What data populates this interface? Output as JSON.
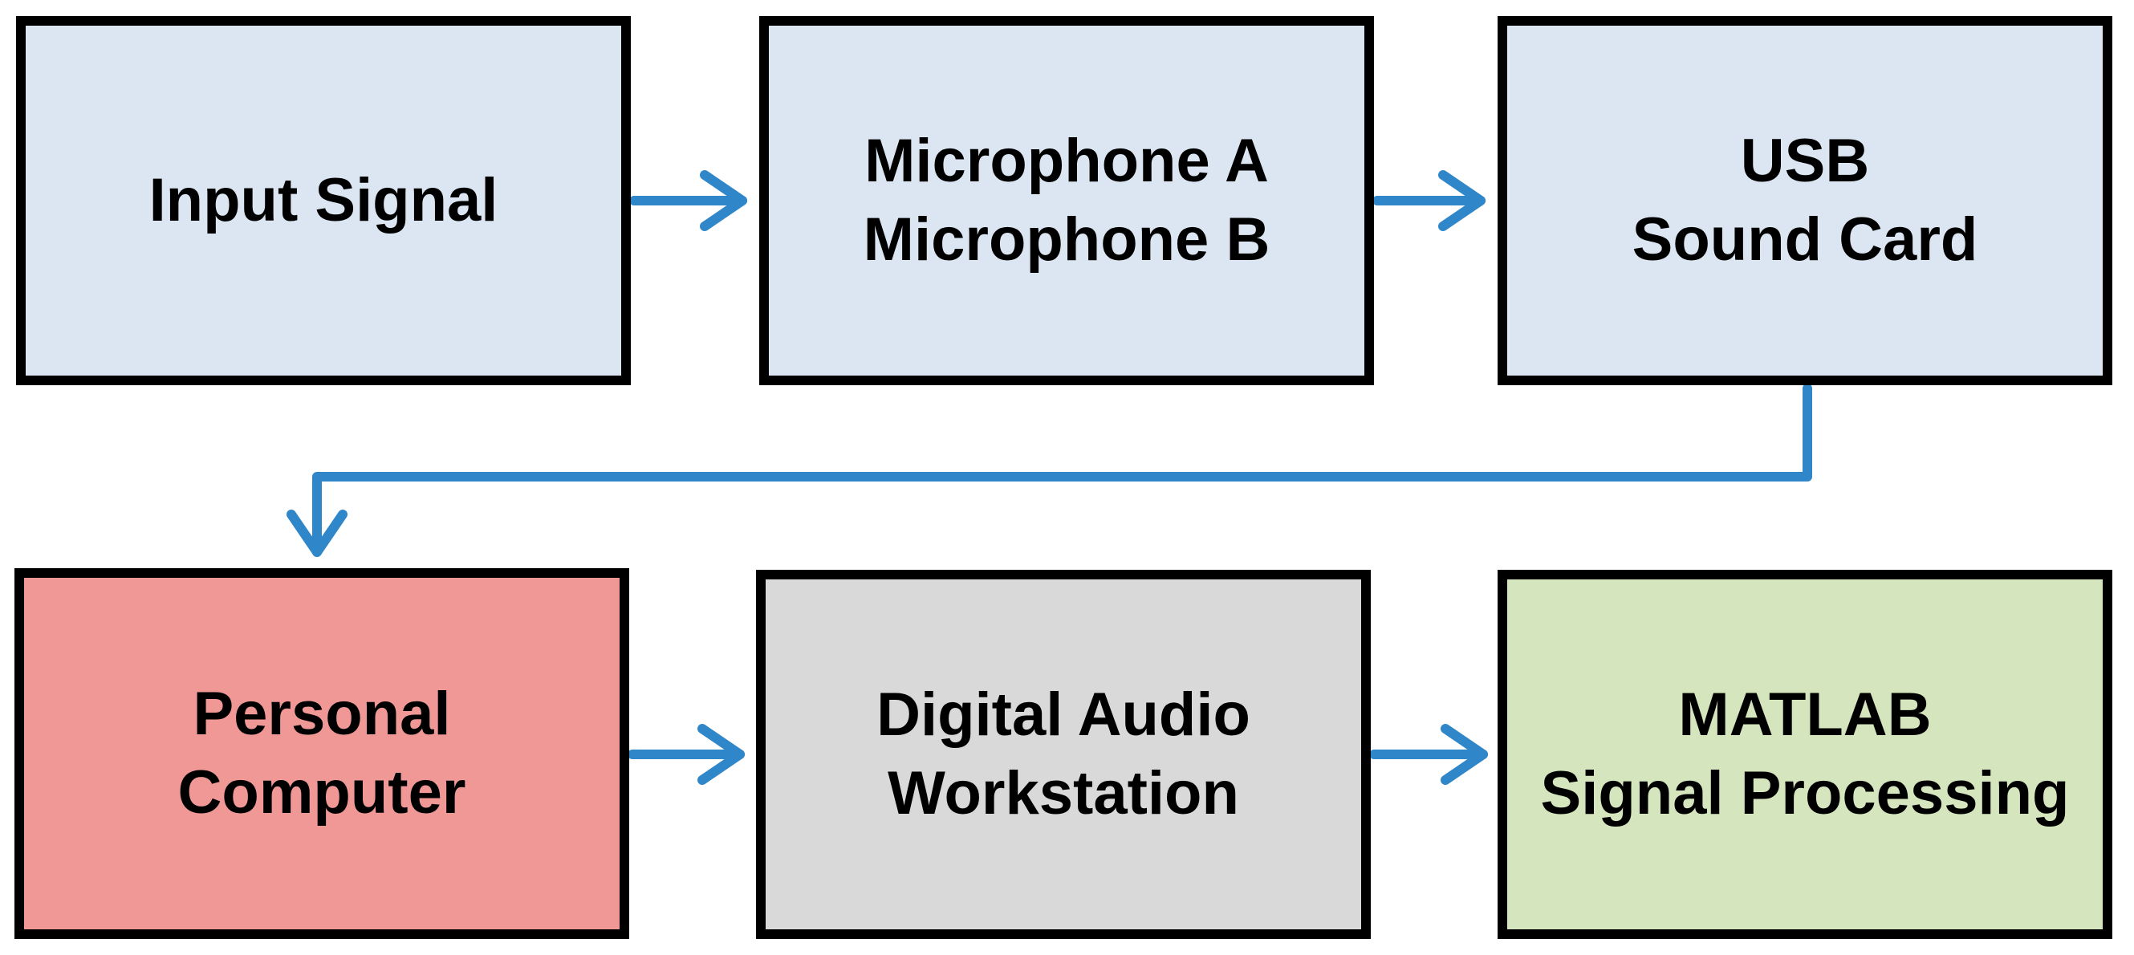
{
  "colors": {
    "arrow": "#2f86c8",
    "border": "#000000",
    "input_fill": "#dbe6f2",
    "microphones_fill": "#dbe6f2",
    "usb_fill": "#dbe6f2",
    "pc_fill": "#f09896",
    "daw_fill": "#d9d9d9",
    "matlab_fill": "#d5e5bd"
  },
  "blocks": {
    "input": {
      "lines": [
        "Input Signal"
      ]
    },
    "microphones": {
      "lines": [
        "Microphone A",
        "Microphone B"
      ]
    },
    "usb": {
      "lines": [
        "USB",
        "Sound Card"
      ]
    },
    "pc": {
      "lines": [
        "Personal",
        "Computer"
      ]
    },
    "daw": {
      "lines": [
        "Digital Audio",
        "Workstation"
      ]
    },
    "matlab": {
      "lines": [
        "MATLAB",
        "Signal Processing"
      ]
    }
  },
  "connections": [
    {
      "from": "Input Signal",
      "to": "Microphone A / Microphone B"
    },
    {
      "from": "Microphone A / Microphone B",
      "to": "USB Sound Card"
    },
    {
      "from": "USB Sound Card",
      "to": "Personal Computer"
    },
    {
      "from": "Personal Computer",
      "to": "Digital Audio Workstation"
    },
    {
      "from": "Digital Audio Workstation",
      "to": "MATLAB Signal Processing"
    }
  ]
}
